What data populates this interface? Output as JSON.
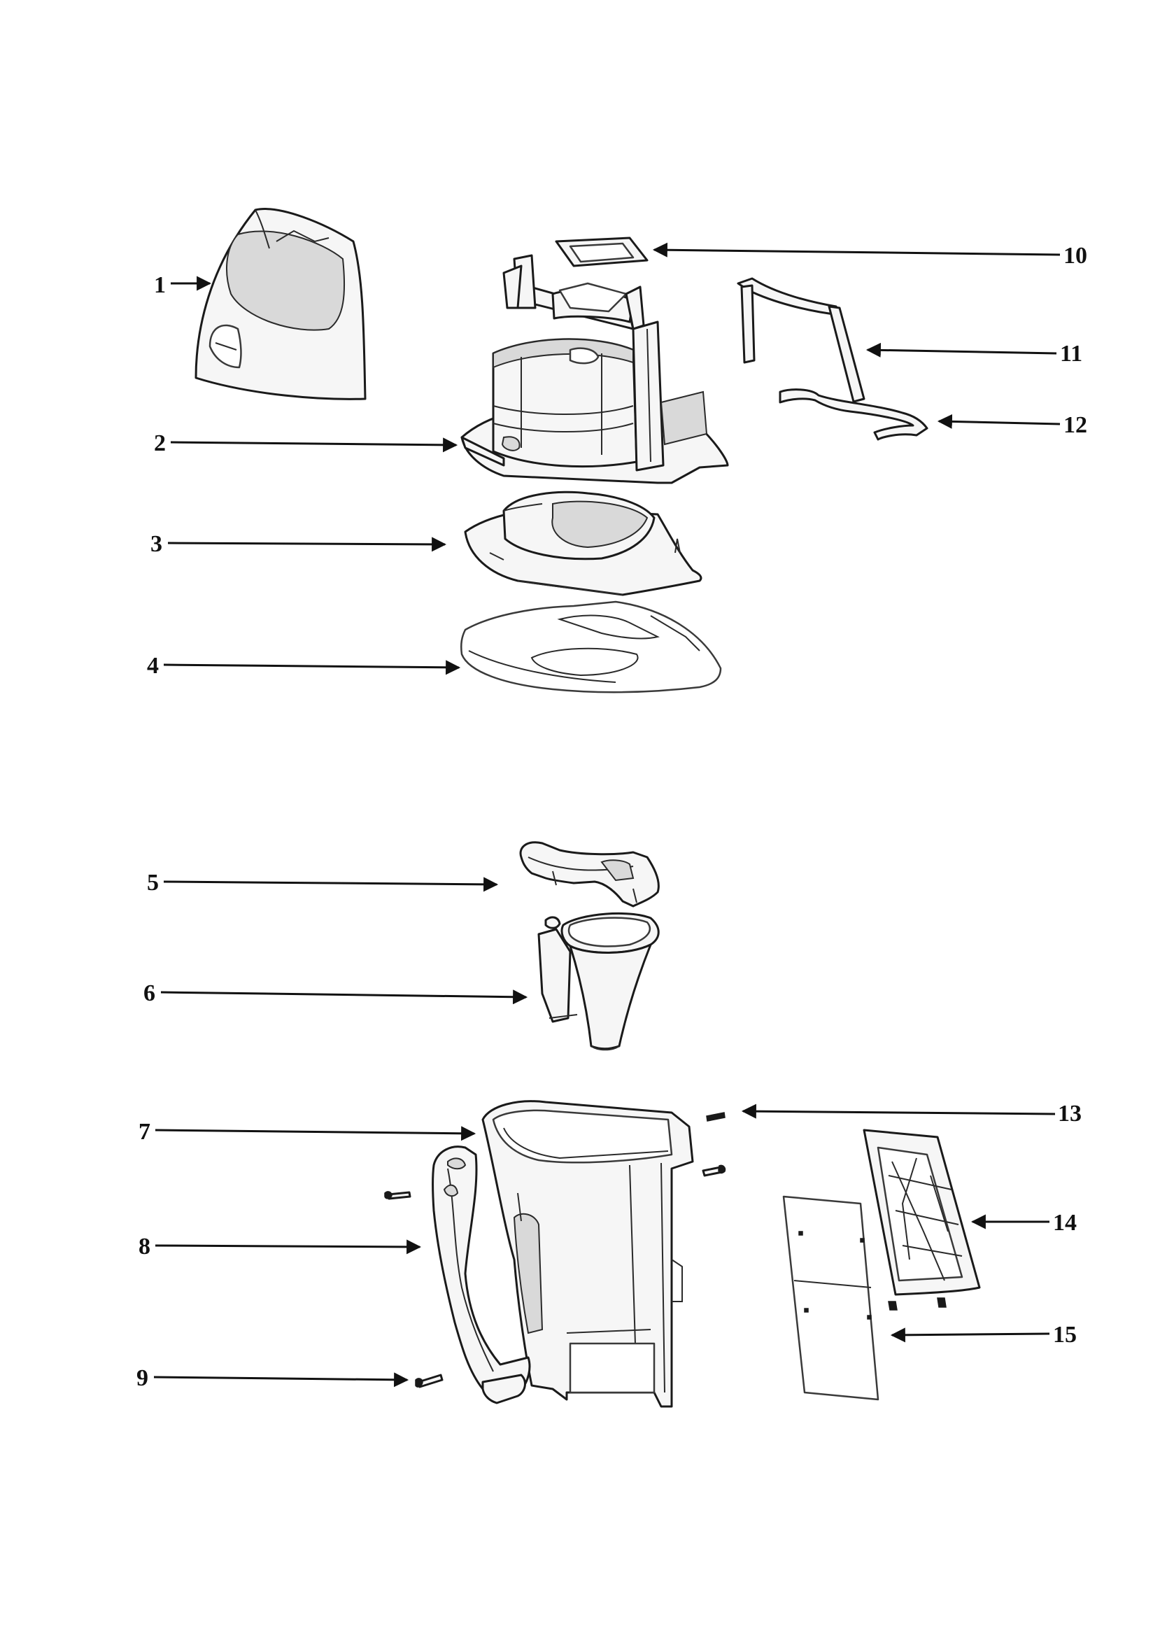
{
  "callouts": [
    {
      "id": "1",
      "label": "1"
    },
    {
      "id": "2",
      "label": "2"
    },
    {
      "id": "3",
      "label": "3"
    },
    {
      "id": "4",
      "label": "4"
    },
    {
      "id": "5",
      "label": "5"
    },
    {
      "id": "6",
      "label": "6"
    },
    {
      "id": "7",
      "label": "7"
    },
    {
      "id": "8",
      "label": "8"
    },
    {
      "id": "9",
      "label": "9"
    },
    {
      "id": "10",
      "label": "10"
    },
    {
      "id": "11",
      "label": "11"
    },
    {
      "id": "12",
      "label": "12"
    },
    {
      "id": "13",
      "label": "13"
    },
    {
      "id": "14",
      "label": "14"
    },
    {
      "id": "15",
      "label": "15"
    }
  ],
  "colors": {
    "line": "#111111",
    "fill": "#f6f6f6",
    "shade": "#d9d9d9",
    "background": "#ffffff"
  }
}
